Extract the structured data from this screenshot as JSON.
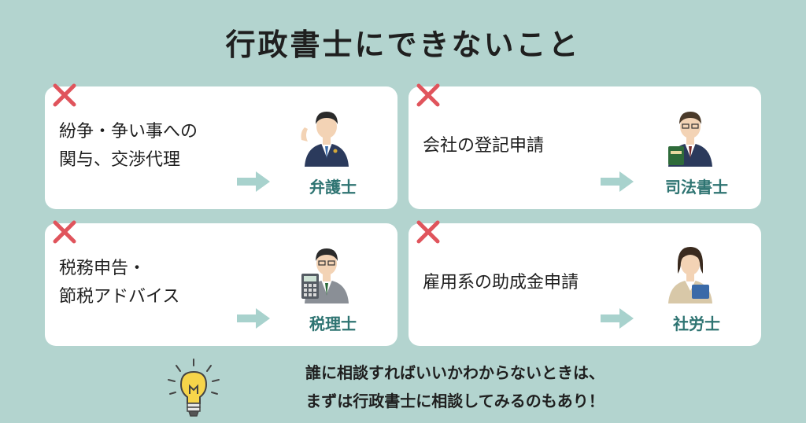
{
  "title": "行政書士にできないこと",
  "colors": {
    "background": "#b3d4cf",
    "accent": "#2e7472",
    "cross": "#e0545c",
    "arrow": "#a8d2cd"
  },
  "cards": [
    {
      "task": "紛争・争い事への\n関与、交渉代理",
      "professional": "弁護士",
      "icon": "lawyer-icon"
    },
    {
      "task": "会社の登記申請",
      "professional": "司法書士",
      "icon": "judicial-scrivener-icon"
    },
    {
      "task": "税務申告・\n節税アドバイス",
      "professional": "税理士",
      "icon": "tax-accountant-icon"
    },
    {
      "task": "雇用系の助成金申請",
      "professional": "社労士",
      "icon": "labor-consultant-icon"
    }
  ],
  "footer": {
    "line1": "誰に相談すればいいかわからないときは、",
    "line2": "まずは行政書士に相談してみるのもあり！",
    "icon": "lightbulb-icon"
  }
}
